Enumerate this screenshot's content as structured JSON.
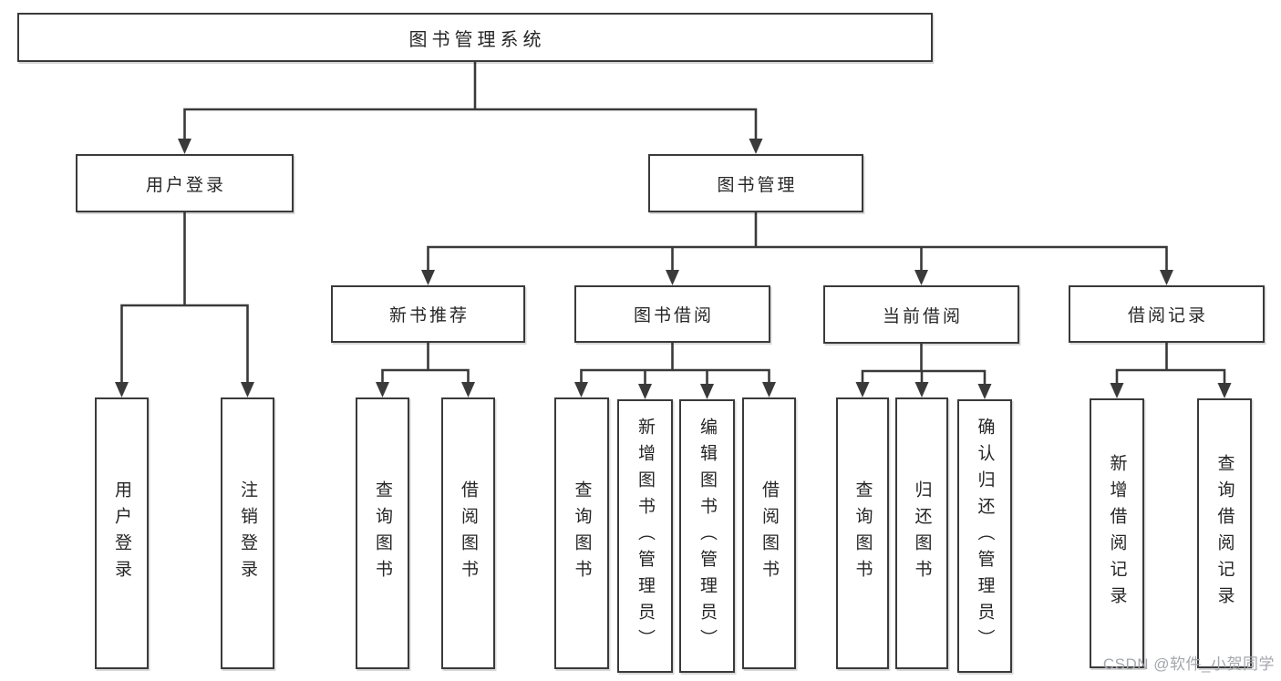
{
  "tree": {
    "label": "图书管理系统",
    "children": [
      {
        "label": "用户登录",
        "children": [
          {
            "label": "用户登录"
          },
          {
            "label": "注销登录"
          }
        ]
      },
      {
        "label": "图书管理",
        "children": [
          {
            "label": "新书推荐",
            "children": [
              {
                "label": "查询图书"
              },
              {
                "label": "借阅图书"
              }
            ]
          },
          {
            "label": "图书借阅",
            "children": [
              {
                "label": "查询图书"
              },
              {
                "label": "新增图书（管理员）"
              },
              {
                "label": "编辑图书（管理员）"
              },
              {
                "label": "借阅图书"
              }
            ]
          },
          {
            "label": "当前借阅",
            "children": [
              {
                "label": "查询图书"
              },
              {
                "label": "归还图书"
              },
              {
                "label": "确认归还（管理员）"
              }
            ]
          },
          {
            "label": "借阅记录",
            "children": [
              {
                "label": "新增借阅记录"
              },
              {
                "label": "查询借阅记录"
              }
            ]
          }
        ]
      }
    ]
  },
  "watermark": {
    "text": "CSDN @软件_小贺同学"
  },
  "colors": {
    "line": "#3a3a3a",
    "box_border": "#3a3a3a",
    "text": "#262626",
    "watermark": "#a5a7ae"
  }
}
